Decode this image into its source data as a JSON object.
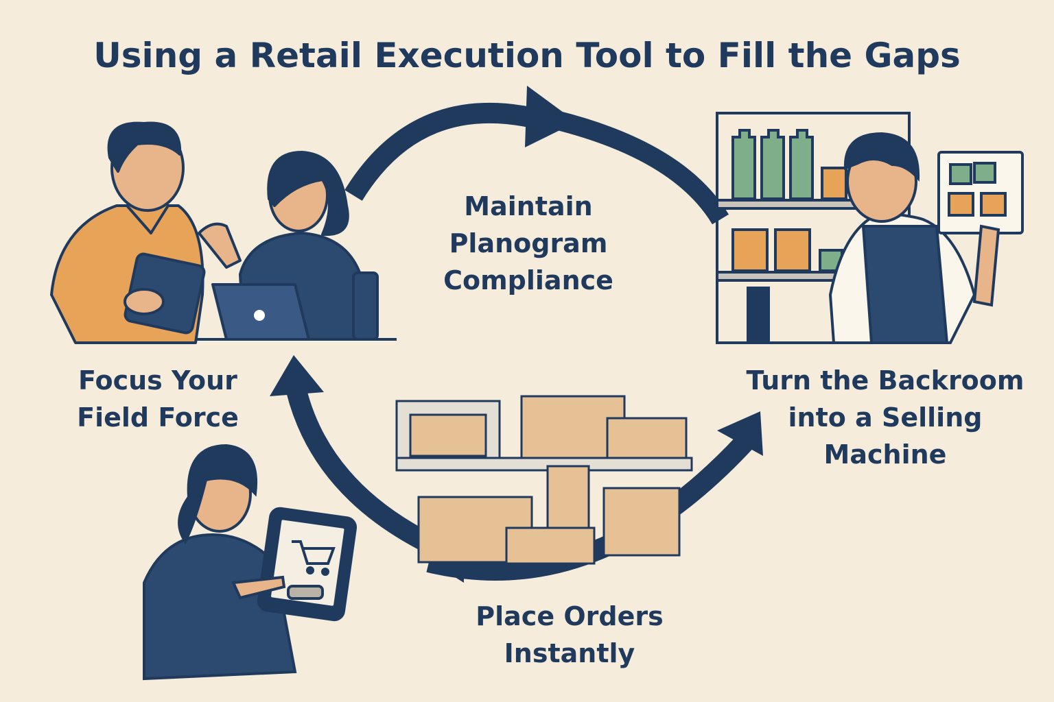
{
  "title": "Using a Retail Execution Tool to Fill the Gaps",
  "steps": {
    "maintain": {
      "line1": "Maintain",
      "line2": "Planogram",
      "line3": "Compliance"
    },
    "focus": {
      "line1": "Focus Your",
      "line2": "Field Force"
    },
    "turn": {
      "line1": "Turn the Backroom",
      "line2": "into a Selling",
      "line3": "Machine"
    },
    "place": {
      "line1": "Place Orders",
      "line2": "Instantly"
    }
  },
  "colors": {
    "background": "#f5ecdc",
    "navy": "#1f3a5c",
    "orange": "#e7a358",
    "skin": "#e8b48a",
    "bottle_green": "#7fae8a",
    "box": "#e6c196"
  },
  "icons": [
    "cycle-arrow-icon",
    "shopping-cart-icon",
    "tablet-icon",
    "laptop-icon",
    "bottle-icon",
    "box-icon"
  ]
}
